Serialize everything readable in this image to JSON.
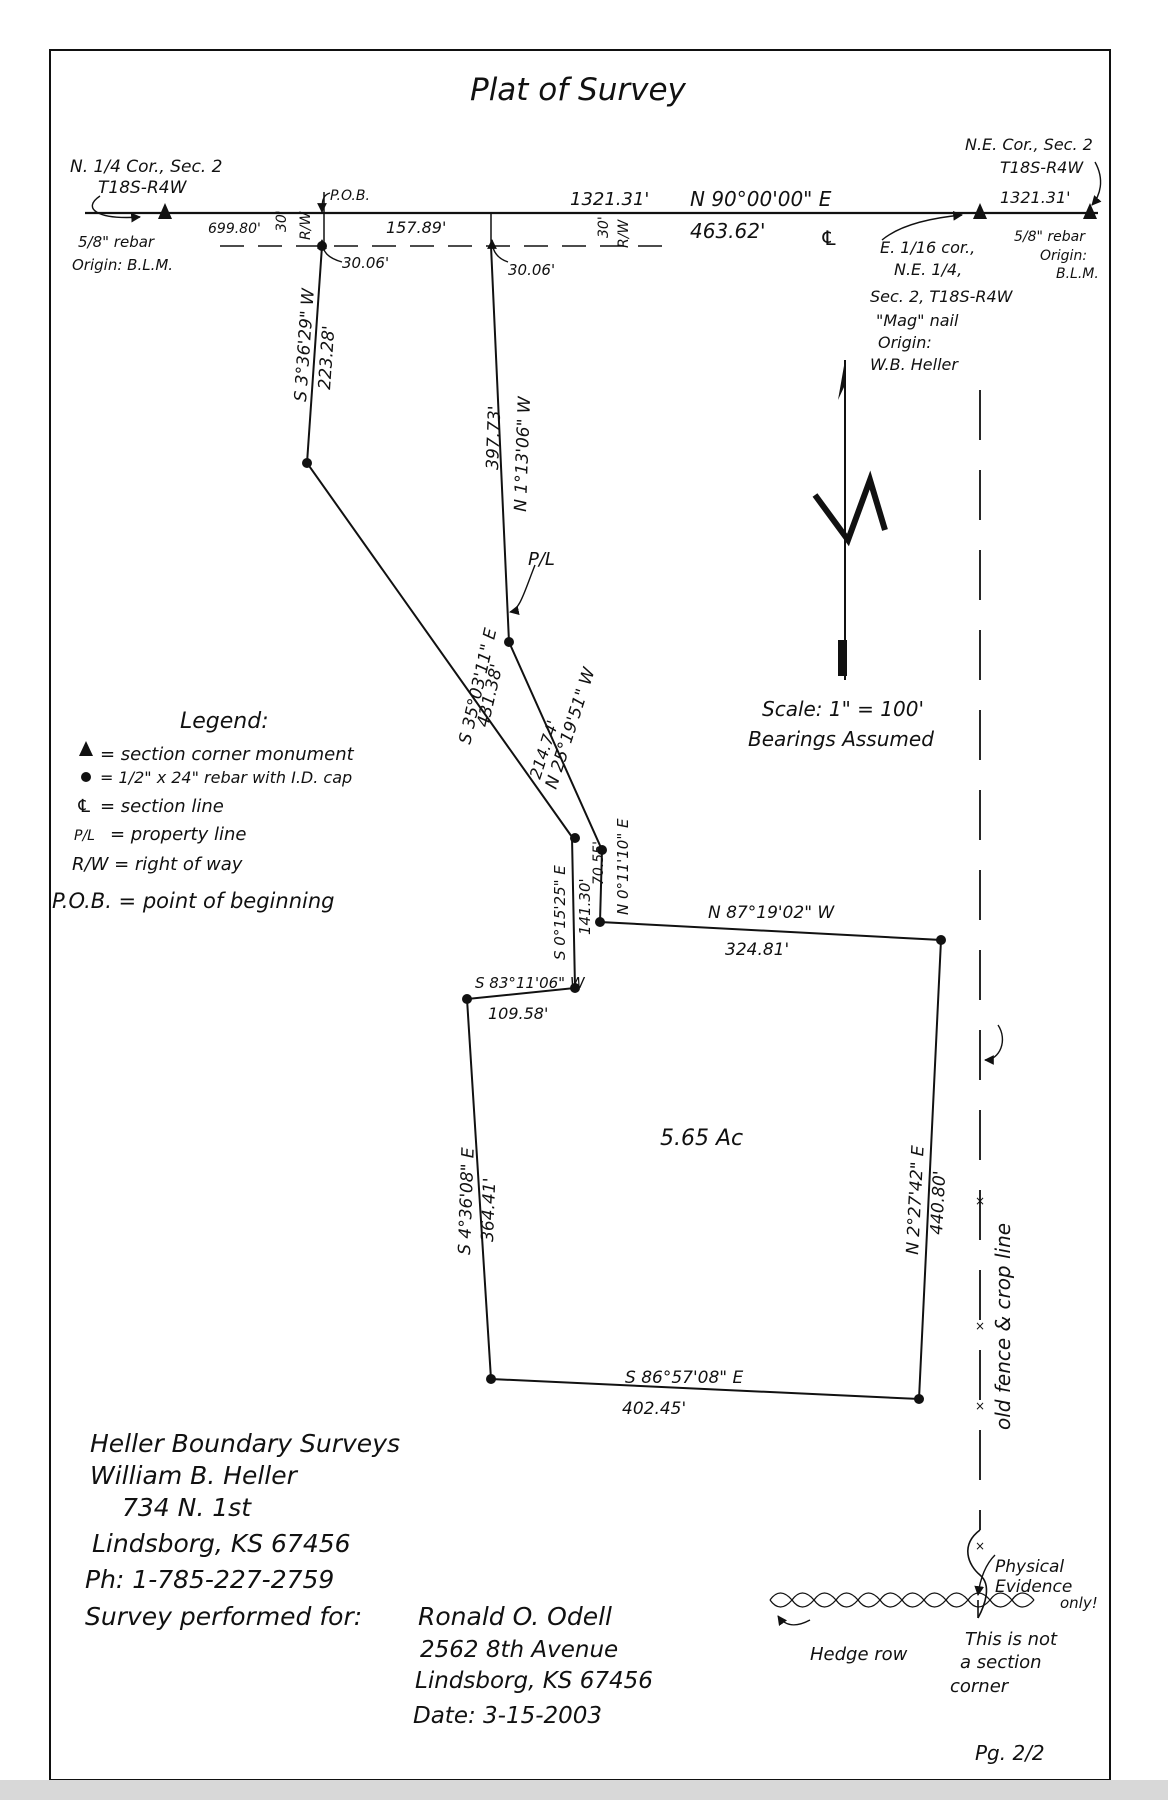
{
  "title": "Plat of Survey",
  "corners": {
    "nw": [
      "N. 1/4 Cor., Sec. 2",
      "T18S-R4W",
      "5/8\" rebar",
      "Origin: B.L.M."
    ],
    "ne": [
      "N.E. Cor., Sec. 2",
      "T18S-R4W",
      "1321.31'",
      "5/8\" rebar",
      "Origin:",
      "B.L.M."
    ],
    "e16": [
      "E. 1/16 cor.,",
      "N.E. 1/4,",
      "Sec. 2, T18S-R4W",
      "\"Mag\" nail",
      "Origin:",
      "W.B. Heller"
    ]
  },
  "top_line": {
    "pob": "P.O.B.",
    "d_699": "699.80'",
    "rw30a": "30'",
    "rw30a_label": "R/W",
    "d_157": "157.89'",
    "d_1321": "1321.31'",
    "bearing": "N 90°00'00\" E",
    "d_463": "463.62'",
    "section_line_symbol": "℄",
    "rw30b": "30'",
    "rw30b_label": "R/W",
    "off_a": "30.06'",
    "off_b": "30.06'"
  },
  "courses": {
    "c1_bearing": "S 3°36'29\" W",
    "c1_dist": "223.28'",
    "c2_bearing": "S 35°03'11\" E",
    "c2_dist": "431.38'",
    "c3_bearing": "S 0°15'25\" E",
    "c3_dist": "141.30'",
    "c4_bearing": "S 83°11'06\" W",
    "c4_dist": "109.58'",
    "c5_bearing": "S 4°36'08\" E",
    "c5_dist": "364.41'",
    "c6_bearing": "S 86°57'08\" E",
    "c6_dist": "402.45'",
    "c7_bearing": "N 2°27'42\" E",
    "c7_dist": "440.80'",
    "c8_bearing": "N 87°19'02\" W",
    "c8_dist": "324.81'",
    "c9_bearing": "N 0°11'10\" E",
    "c9_dist": "70.55'",
    "c10_bearing": "N 25°19'51\" W",
    "c10_dist": "214.74'",
    "c11_bearing": "N 1°13'06\" W",
    "c11_dist": "397.73'",
    "pl_marker": "P/L"
  },
  "area": "5.65 Ac",
  "north_arrow": "N",
  "scale": [
    "Scale: 1\" = 100'",
    "Bearings Assumed"
  ],
  "legend": {
    "title": "Legend:",
    "items": [
      "= section corner monument",
      "= 1/2\" x 24\" rebar with I.D. cap",
      "= section line",
      "= property line",
      "R/W = right of way",
      "P.O.B. = point of beginning"
    ],
    "symbols": [
      "℄",
      "P/L"
    ]
  },
  "fence": {
    "label": "old fence & crop line",
    "physical": [
      "Physical",
      "Evidence",
      "only!"
    ],
    "not_corner": [
      "This is not",
      "a section",
      "corner"
    ],
    "hedge": "Hedge row"
  },
  "surveyor": [
    "Heller Boundary Surveys",
    "William B. Heller",
    "734 N. 1st",
    "Lindsborg, KS 67456",
    "Ph: 1-785-227-2759"
  ],
  "client": {
    "label": "Survey performed for:",
    "lines": [
      "Ronald O. Odell",
      "2562 8th Avenue",
      "Lindsborg, KS 67456",
      "Date: 3-15-2003"
    ]
  },
  "page": "Pg. 2/2"
}
